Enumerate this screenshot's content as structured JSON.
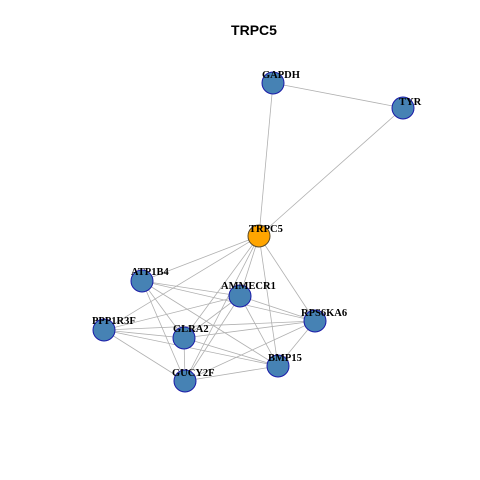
{
  "title": "TRPC5",
  "colors": {
    "background": "#ffffff",
    "edge": "#b0b0b0",
    "node_default_fill": "#4682b4",
    "node_default_stroke": "#1a1aa8",
    "node_focus_fill": "#ffa500",
    "node_focus_stroke": "#5a4a2a"
  },
  "nodes": [
    {
      "id": "GAPDH",
      "label": "GAPDH",
      "focus": false
    },
    {
      "id": "TYR",
      "label": "TYR",
      "focus": false
    },
    {
      "id": "TRPC5",
      "label": "TRPC5",
      "focus": true
    },
    {
      "id": "ATP1B4",
      "label": "ATP1B4",
      "focus": false
    },
    {
      "id": "AMMECR1",
      "label": "AMMECR1",
      "focus": false
    },
    {
      "id": "RPS6KA6",
      "label": "RPS6KA6",
      "focus": false
    },
    {
      "id": "PPP1R3F",
      "label": "PPP1R3F",
      "focus": false
    },
    {
      "id": "GLRA2",
      "label": "GLRA2",
      "focus": false
    },
    {
      "id": "BMP15",
      "label": "BMP15",
      "focus": false
    },
    {
      "id": "GUCY2F",
      "label": "GUCY2F",
      "focus": false
    }
  ],
  "edges": [
    [
      "GAPDH",
      "TYR"
    ],
    [
      "GAPDH",
      "TRPC5"
    ],
    [
      "TYR",
      "TRPC5"
    ],
    [
      "TRPC5",
      "ATP1B4"
    ],
    [
      "TRPC5",
      "AMMECR1"
    ],
    [
      "TRPC5",
      "RPS6KA6"
    ],
    [
      "TRPC5",
      "PPP1R3F"
    ],
    [
      "TRPC5",
      "GLRA2"
    ],
    [
      "TRPC5",
      "BMP15"
    ],
    [
      "TRPC5",
      "GUCY2F"
    ],
    [
      "ATP1B4",
      "AMMECR1"
    ],
    [
      "ATP1B4",
      "RPS6KA6"
    ],
    [
      "ATP1B4",
      "GLRA2"
    ],
    [
      "ATP1B4",
      "BMP15"
    ],
    [
      "ATP1B4",
      "GUCY2F"
    ],
    [
      "AMMECR1",
      "PPP1R3F"
    ],
    [
      "AMMECR1",
      "GLRA2"
    ],
    [
      "AMMECR1",
      "GUCY2F"
    ],
    [
      "AMMECR1",
      "BMP15"
    ],
    [
      "AMMECR1",
      "RPS6KA6"
    ],
    [
      "RPS6KA6",
      "PPP1R3F"
    ],
    [
      "RPS6KA6",
      "GLRA2"
    ],
    [
      "RPS6KA6",
      "BMP15"
    ],
    [
      "RPS6KA6",
      "GUCY2F"
    ],
    [
      "PPP1R3F",
      "GLRA2"
    ],
    [
      "PPP1R3F",
      "BMP15"
    ],
    [
      "PPP1R3F",
      "GUCY2F"
    ],
    [
      "GLRA2",
      "BMP15"
    ],
    [
      "GLRA2",
      "GUCY2F"
    ],
    [
      "BMP15",
      "GUCY2F"
    ]
  ]
}
